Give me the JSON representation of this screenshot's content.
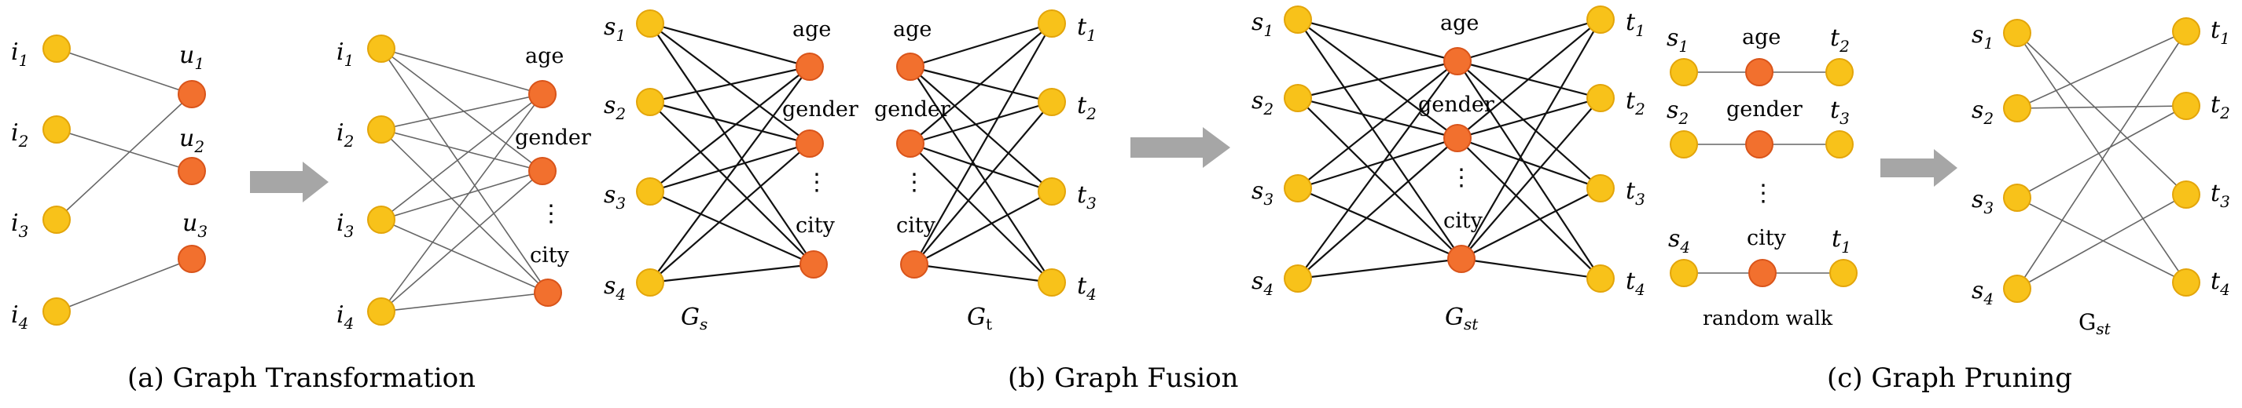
{
  "captions": {
    "a": "(a)  Graph Transformation",
    "b": "(b)  Graph Fusion",
    "c": "(c)  Graph Pruning"
  },
  "attributes": [
    "age",
    "gender",
    "city"
  ],
  "ellipsis": "⋮",
  "graph_labels": {
    "gs": "G",
    "gs_sub": "s",
    "gt": "G",
    "gt_sub": "t",
    "gst": "G",
    "gst_sub": "st"
  },
  "random_walk_label": "random walk",
  "colors": {
    "user_node": "#F8C21A",
    "attribute_node": "#F2702E",
    "arrow": "#A6A6A6"
  }
}
